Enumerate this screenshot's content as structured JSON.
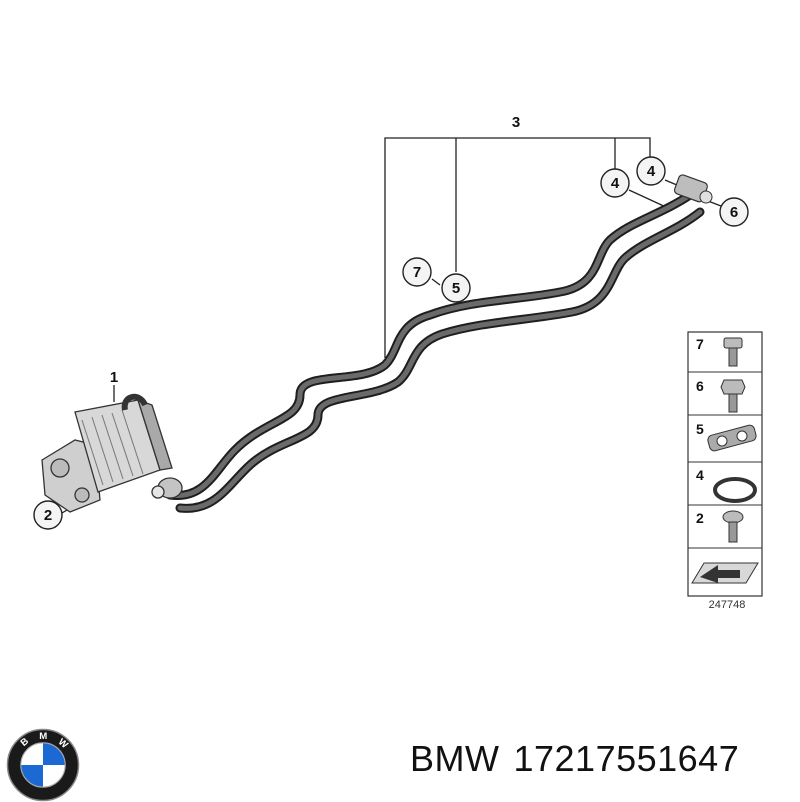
{
  "diagram": {
    "callouts": {
      "c1": "1",
      "c2": "2",
      "c3": "3",
      "c4a": "4",
      "c4b": "4",
      "c5": "5",
      "c6": "6",
      "c7": "7"
    },
    "legend": {
      "rows": [
        {
          "number": "7",
          "icon": "bolt-flange-icon"
        },
        {
          "number": "6",
          "icon": "hex-bolt-icon"
        },
        {
          "number": "5",
          "icon": "pipe-clamp-icon"
        },
        {
          "number": "4",
          "icon": "o-ring-icon"
        },
        {
          "number": "2",
          "icon": "torx-bolt-icon"
        }
      ],
      "footer_icon": "arrow-plate-icon"
    },
    "ref_code": "247748"
  },
  "caption": {
    "brand": "BMW",
    "part_number": "17217551647"
  },
  "colors": {
    "pipe": "#3a3a3a",
    "line": "#222222",
    "logo_blue": "#1c69d4"
  }
}
